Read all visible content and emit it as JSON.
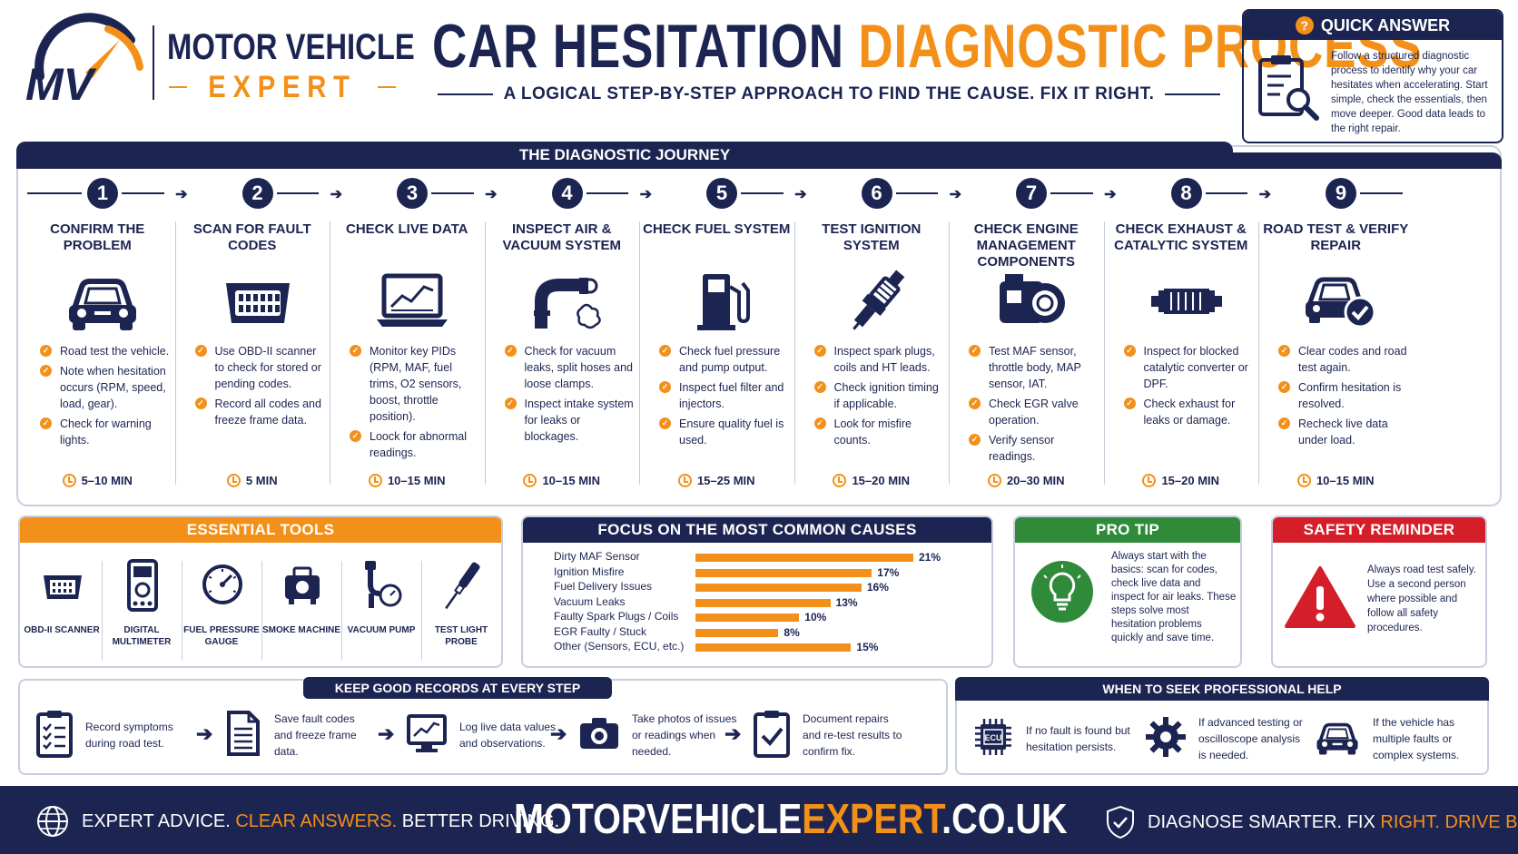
{
  "brand": {
    "title": "MOTOR VEHICLE",
    "sub": "EXPERT",
    "monogram": "MV"
  },
  "header": {
    "title_a": "CAR HESITATION",
    "title_b": "DIAGNOSTIC PROCESS",
    "subtitle": "A LOGICAL STEP-BY-STEP APPROACH TO FIND THE CAUSE. FIX IT RIGHT."
  },
  "quick_answer": {
    "title": "QUICK ANSWER",
    "icon": "clipboard-search-icon",
    "text": "Follow a structured diagnostic process to identify why your car hesitates when accelerating. Start simple, check the essentials, then move deeper. Good data leads to the right repair."
  },
  "journey": {
    "title": "THE DIAGNOSTIC JOURNEY",
    "steps": [
      {
        "num": "1",
        "title": "CONFIRM THE PROBLEM",
        "icon": "car-icon",
        "items": [
          "Road test the vehicle.",
          "Note when hesitation occurs (RPM, speed, load, gear).",
          "Check for warning lights."
        ],
        "time": "5–10 MIN"
      },
      {
        "num": "2",
        "title": "SCAN FOR FAULT CODES",
        "icon": "obd-connector-icon",
        "items": [
          "Use OBD-II scanner to check for stored or pending codes.",
          "Record all codes and freeze frame data."
        ],
        "time": "5 MIN"
      },
      {
        "num": "3",
        "title": "CHECK LIVE DATA",
        "icon": "laptop-graph-icon",
        "items": [
          "Monitor key PIDs (RPM, MAF, fuel trims, O2 sensors, boost, throttle position).",
          "Loock for abnormal readings."
        ],
        "time": "10–15 MIN"
      },
      {
        "num": "4",
        "title": "INSPECT AIR & VACUUM SYSTEM",
        "icon": "intake-pipe-icon",
        "items": [
          "Check for vacuum leaks, split hoses and loose clamps.",
          "Inspect intake system for leaks or blockages."
        ],
        "time": "10–15 MIN"
      },
      {
        "num": "5",
        "title": "CHECK FUEL SYSTEM",
        "icon": "fuel-pump-icon",
        "items": [
          "Check fuel pressure and pump output.",
          "Inspect fuel filter and injectors.",
          "Ensure quality fuel is used."
        ],
        "time": "15–25 MIN"
      },
      {
        "num": "6",
        "title": "TEST IGNITION SYSTEM",
        "icon": "spark-plug-icon",
        "items": [
          "Inspect spark plugs, coils and HT leads.",
          "Check ignition timing if applicable.",
          "Look for misfire counts."
        ],
        "time": "15–20 MIN"
      },
      {
        "num": "7",
        "title": "CHECK ENGINE MANAGEMENT COMPONENTS",
        "icon": "throttle-body-icon",
        "items": [
          "Test MAF sensor, throttle body, MAP sensor, IAT.",
          "Check EGR valve operation.",
          "Verify sensor readings."
        ],
        "time": "20–30 MIN"
      },
      {
        "num": "8",
        "title": "CHECK EXHAUST & CATALYTIC SYSTEM",
        "icon": "catalytic-converter-icon",
        "items": [
          "Inspect for blocked catalytic converter or DPF.",
          "Check exhaust for leaks or damage."
        ],
        "time": "15–20 MIN"
      },
      {
        "num": "9",
        "title": "ROAD TEST & VERIFY REPAIR",
        "icon": "car-check-icon",
        "items": [
          "Clear codes and road test again.",
          "Confirm hesitation is resolved.",
          "Recheck live data under load."
        ],
        "time": "10–15 MIN"
      }
    ]
  },
  "tools": {
    "title": "ESSENTIAL TOOLS",
    "items": [
      {
        "label": "OBD-II SCANNER",
        "icon": "obd-icon"
      },
      {
        "label": "DIGITAL MULTIMETER",
        "icon": "multimeter-icon"
      },
      {
        "label": "FUEL PRESSURE GAUGE",
        "icon": "gauge-icon"
      },
      {
        "label": "SMOKE MACHINE",
        "icon": "smoke-machine-icon"
      },
      {
        "label": "VACUUM PUMP",
        "icon": "vacuum-pump-icon"
      },
      {
        "label": "TEST LIGHT PROBE",
        "icon": "test-probe-icon"
      }
    ]
  },
  "chart_data": {
    "type": "bar",
    "title": "FOCUS ON THE MOST COMMON CAUSES",
    "categories": [
      "Dirty MAF Sensor",
      "Ignition Misfire",
      "Fuel Delivery Issues",
      "Vacuum Leaks",
      "Faulty Spark Plugs / Coils",
      "EGR Faulty / Stuck",
      "Other (Sensors, ECU, etc.)"
    ],
    "values": [
      21,
      17,
      16,
      13,
      10,
      8,
      15
    ],
    "labels": [
      "21%",
      "17%",
      "16%",
      "13%",
      "10%",
      "8%",
      "15%"
    ],
    "orientation": "horizontal",
    "colors": {
      "bar": "#f39019"
    }
  },
  "pro_tip": {
    "title": "PRO TIP",
    "icon": "lightbulb-icon",
    "text": "Always start with the basics: scan for codes, check live data and inspect for air leaks. These steps solve most hesitation problems quickly and save time."
  },
  "safety": {
    "title": "SAFETY REMINDER",
    "icon": "warning-icon",
    "text": "Always road test safely. Use a second person where possible and follow all safety procedures."
  },
  "records": {
    "title": "KEEP GOOD RECORDS AT EVERY STEP",
    "items": [
      {
        "icon": "checklist-icon",
        "text": "Record symptoms during road test."
      },
      {
        "icon": "document-icon",
        "text": "Save fault codes and freeze frame data."
      },
      {
        "icon": "monitor-graph-icon",
        "text": "Log live data values and observations."
      },
      {
        "icon": "camera-icon",
        "text": "Take photos of issues or readings when needed."
      },
      {
        "icon": "clipboard-check-icon",
        "text": "Document repairs and re-test results to confirm fix."
      }
    ]
  },
  "help": {
    "title": "WHEN TO SEEK PROFESSIONAL HELP",
    "items": [
      {
        "icon": "ecu-chip-icon",
        "chip": "ECU",
        "text": "If no fault is found but hesitation persists."
      },
      {
        "icon": "gear-icon",
        "text": "If advanced testing or oscilloscope analysis is needed."
      },
      {
        "icon": "car-icon",
        "text": "If the vehicle has multiple faults or complex systems."
      }
    ]
  },
  "footer": {
    "left_a": "EXPERT ADVICE.",
    "left_b": "CLEAR ANSWERS.",
    "left_c": "BETTER DRIVING.",
    "url_a": "MOTORVEHICLE",
    "url_b": "EXPERT",
    "url_c": ".CO.UK",
    "right_a": "DIAGNOSE SMARTER.",
    "right_b": "FIX",
    "right_c": "RIGHT.",
    "right_d": "DRIVE BETTER."
  },
  "colors": {
    "navy": "#1c2452",
    "orange": "#f39019",
    "green": "#2f8a3a",
    "red": "#d41f2a"
  }
}
